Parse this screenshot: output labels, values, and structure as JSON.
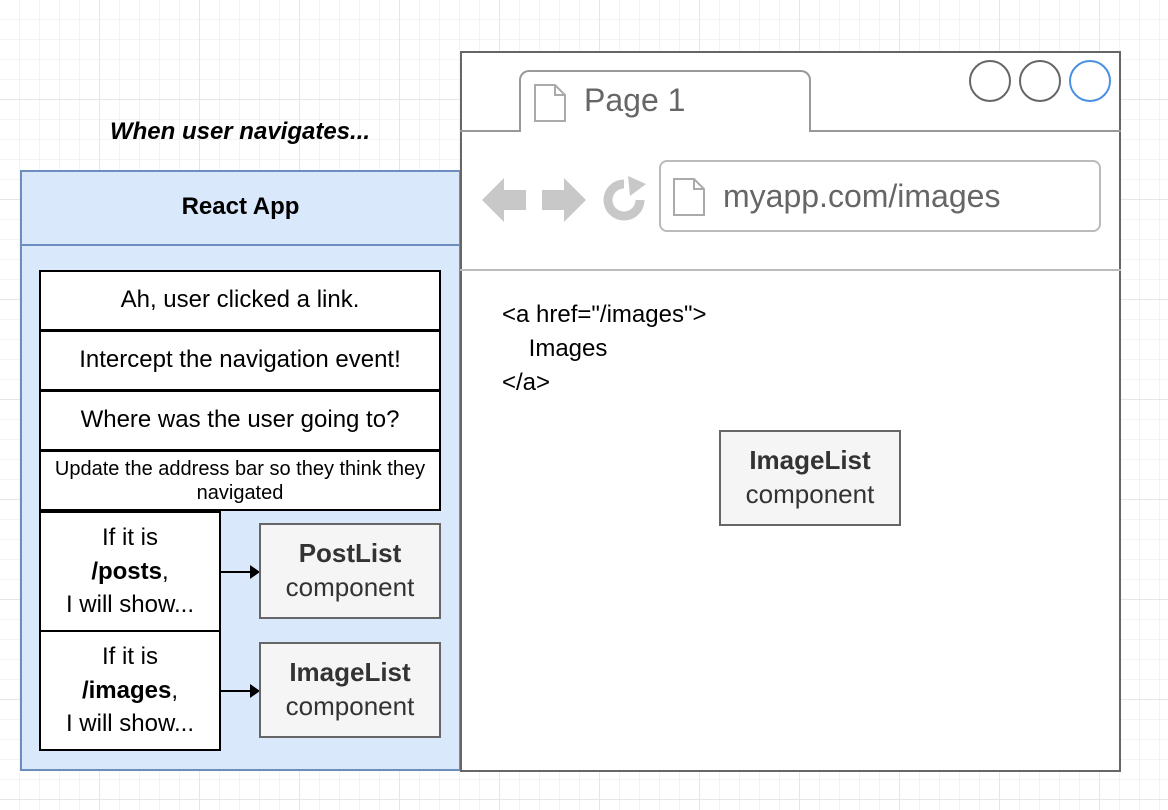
{
  "caption": "When user navigates...",
  "react_app": {
    "title": "React App",
    "steps": [
      "Ah, user clicked a link.",
      "Intercept the navigation event!",
      "Where was the user going to?",
      "Update the address bar so they think they navigated"
    ],
    "routes": [
      {
        "prefix": "If it is",
        "path": "/posts",
        "suffix": ",",
        "last": "I will show...",
        "component_name": "PostList",
        "component_word": "component"
      },
      {
        "prefix": "If it is",
        "path": "/images",
        "suffix": ",",
        "last": "I will show...",
        "component_name": "ImageList",
        "component_word": "component"
      }
    ]
  },
  "browser": {
    "tab_title": "Page 1",
    "url": "myapp.com/images",
    "code_lines": [
      "<a href=\"/images\">",
      "    Images",
      "</a>"
    ],
    "rendered_component": {
      "name": "ImageList",
      "word": "component"
    },
    "window_circles": 3
  },
  "colors": {
    "react_fill": "#dae8fc",
    "react_stroke": "#6c8ebf",
    "component_fill": "#f5f5f5",
    "component_stroke": "#666666",
    "browser_chrome": "#999999",
    "active_circle": "#4a90e2"
  },
  "icons": [
    "page-icon",
    "back-arrow-icon",
    "forward-arrow-icon",
    "reload-icon",
    "arrow-right-icon"
  ]
}
